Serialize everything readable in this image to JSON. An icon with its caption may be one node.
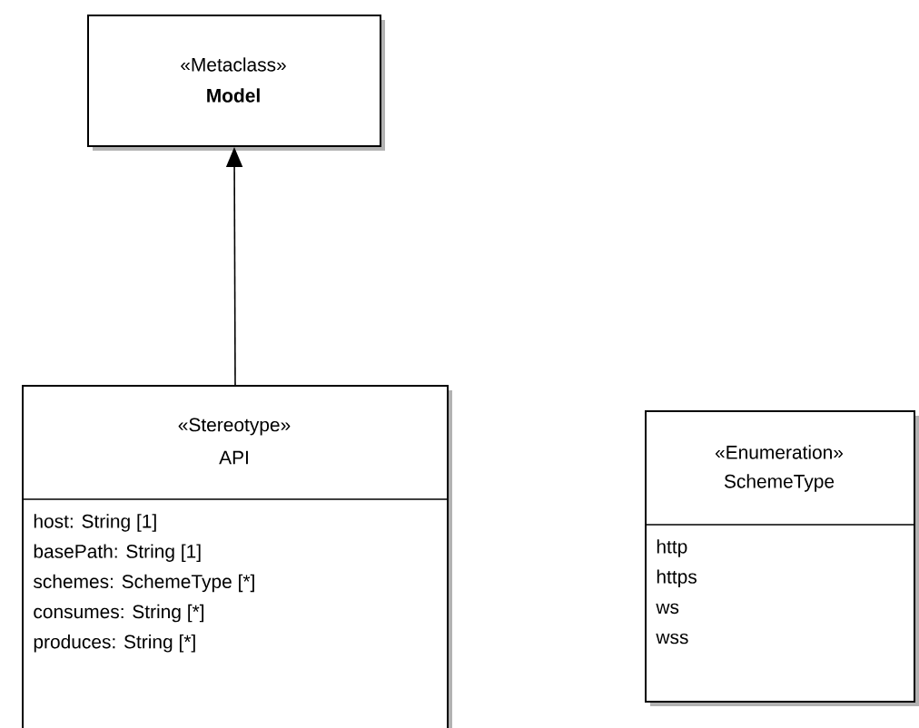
{
  "diagram": {
    "nodes": [
      {
        "text": [
          "«Metaclass»",
          "Model"
        ]
      },
      {
        "text": [
          "«Stereotype»",
          "API",
          "host: String [1]",
          "basePath: String [1]",
          "schemes: SchemeType [*]",
          "consumes: String [*]",
          "produces: String [*]"
        ]
      },
      {
        "text": [
          "«Enumeration»",
          "SchemeType",
          "http",
          "https",
          "ws",
          "wss"
        ]
      }
    ],
    "edges": [
      {
        "from": 1,
        "to": 0,
        "arrow": "to"
      }
    ]
  }
}
